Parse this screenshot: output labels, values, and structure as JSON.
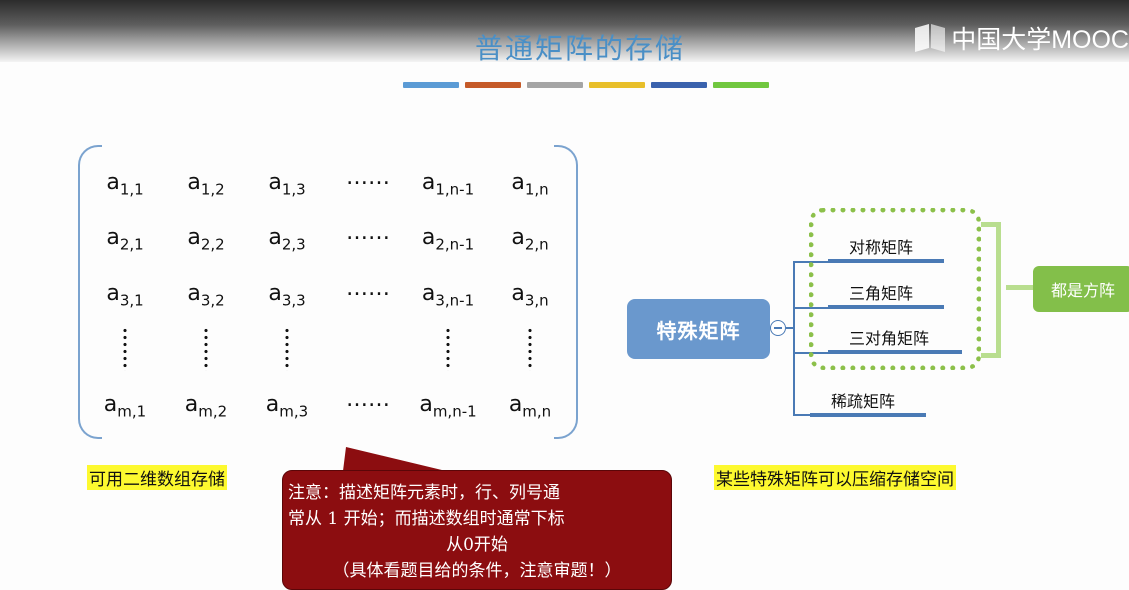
{
  "slide": {
    "title": "普通矩阵的存储",
    "logo_text": "中国大学MOOC",
    "color_strip": [
      "#5b9bd5",
      "#c55a28",
      "#a5a5a5",
      "#e8bf2a",
      "#3a62ad",
      "#71c73f"
    ]
  },
  "matrix": {
    "rows": [
      [
        "a",
        "1,1",
        "a",
        "1,2",
        "a",
        "1,3",
        "……",
        "",
        "a",
        "1,n-1",
        "a",
        "1,n"
      ],
      [
        "a",
        "2,1",
        "a",
        "2,2",
        "a",
        "2,3",
        "……",
        "",
        "a",
        "2,n-1",
        "a",
        "2,n"
      ],
      [
        "a",
        "3,1",
        "a",
        "3,2",
        "a",
        "3,3",
        "……",
        "",
        "a",
        "3,n-1",
        "a",
        "3,n"
      ],
      [
        "a",
        "m,1",
        "a",
        "m,2",
        "a",
        "m,3",
        "……",
        "",
        "a",
        "m,n-1",
        "a",
        "m,n"
      ]
    ],
    "caption": "可用二维数组存储"
  },
  "mindmap": {
    "root": "特殊矩阵",
    "children": [
      "对称矩阵",
      "三角矩阵",
      "三对角矩阵",
      "稀疏矩阵"
    ],
    "group_label": "都是方阵",
    "caption": "某些特殊矩阵可以压缩存储空间"
  },
  "callout": {
    "line1": "注意：描述矩阵元素时，行、列号通",
    "line2": "常从 1 开始；而描述数组时通常下标",
    "line3": "从0开始",
    "line4": "（具体看题目给的条件，注意审题！）"
  }
}
